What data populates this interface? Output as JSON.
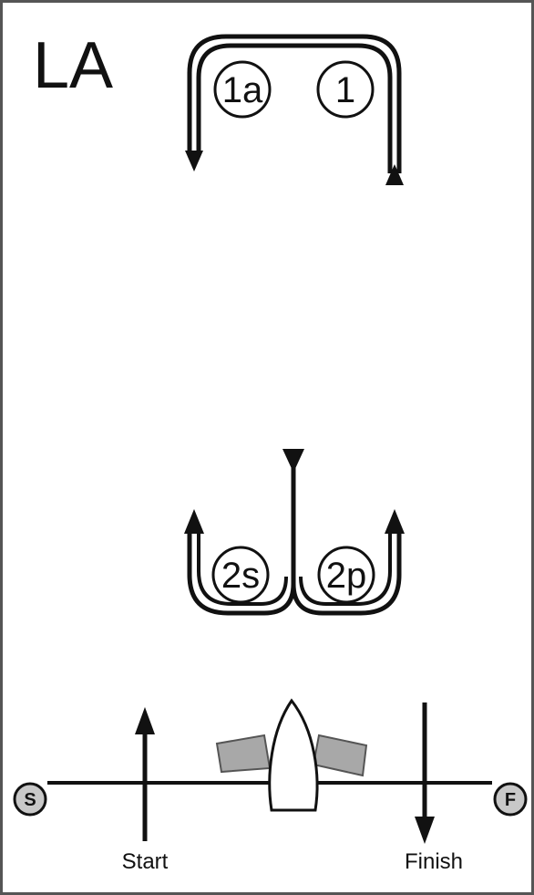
{
  "title": "LA",
  "marks": {
    "m1a": "1a",
    "m1": "1",
    "m2s": "2s",
    "m2p": "2p"
  },
  "line": {
    "start_pin": "S",
    "finish_pin": "F",
    "start_label": "Start",
    "finish_label": "Finish"
  },
  "colors": {
    "stroke": "#111111",
    "flag": "#a8a8a8",
    "pin_fill": "#c8c8c8",
    "background": "#ffffff"
  }
}
